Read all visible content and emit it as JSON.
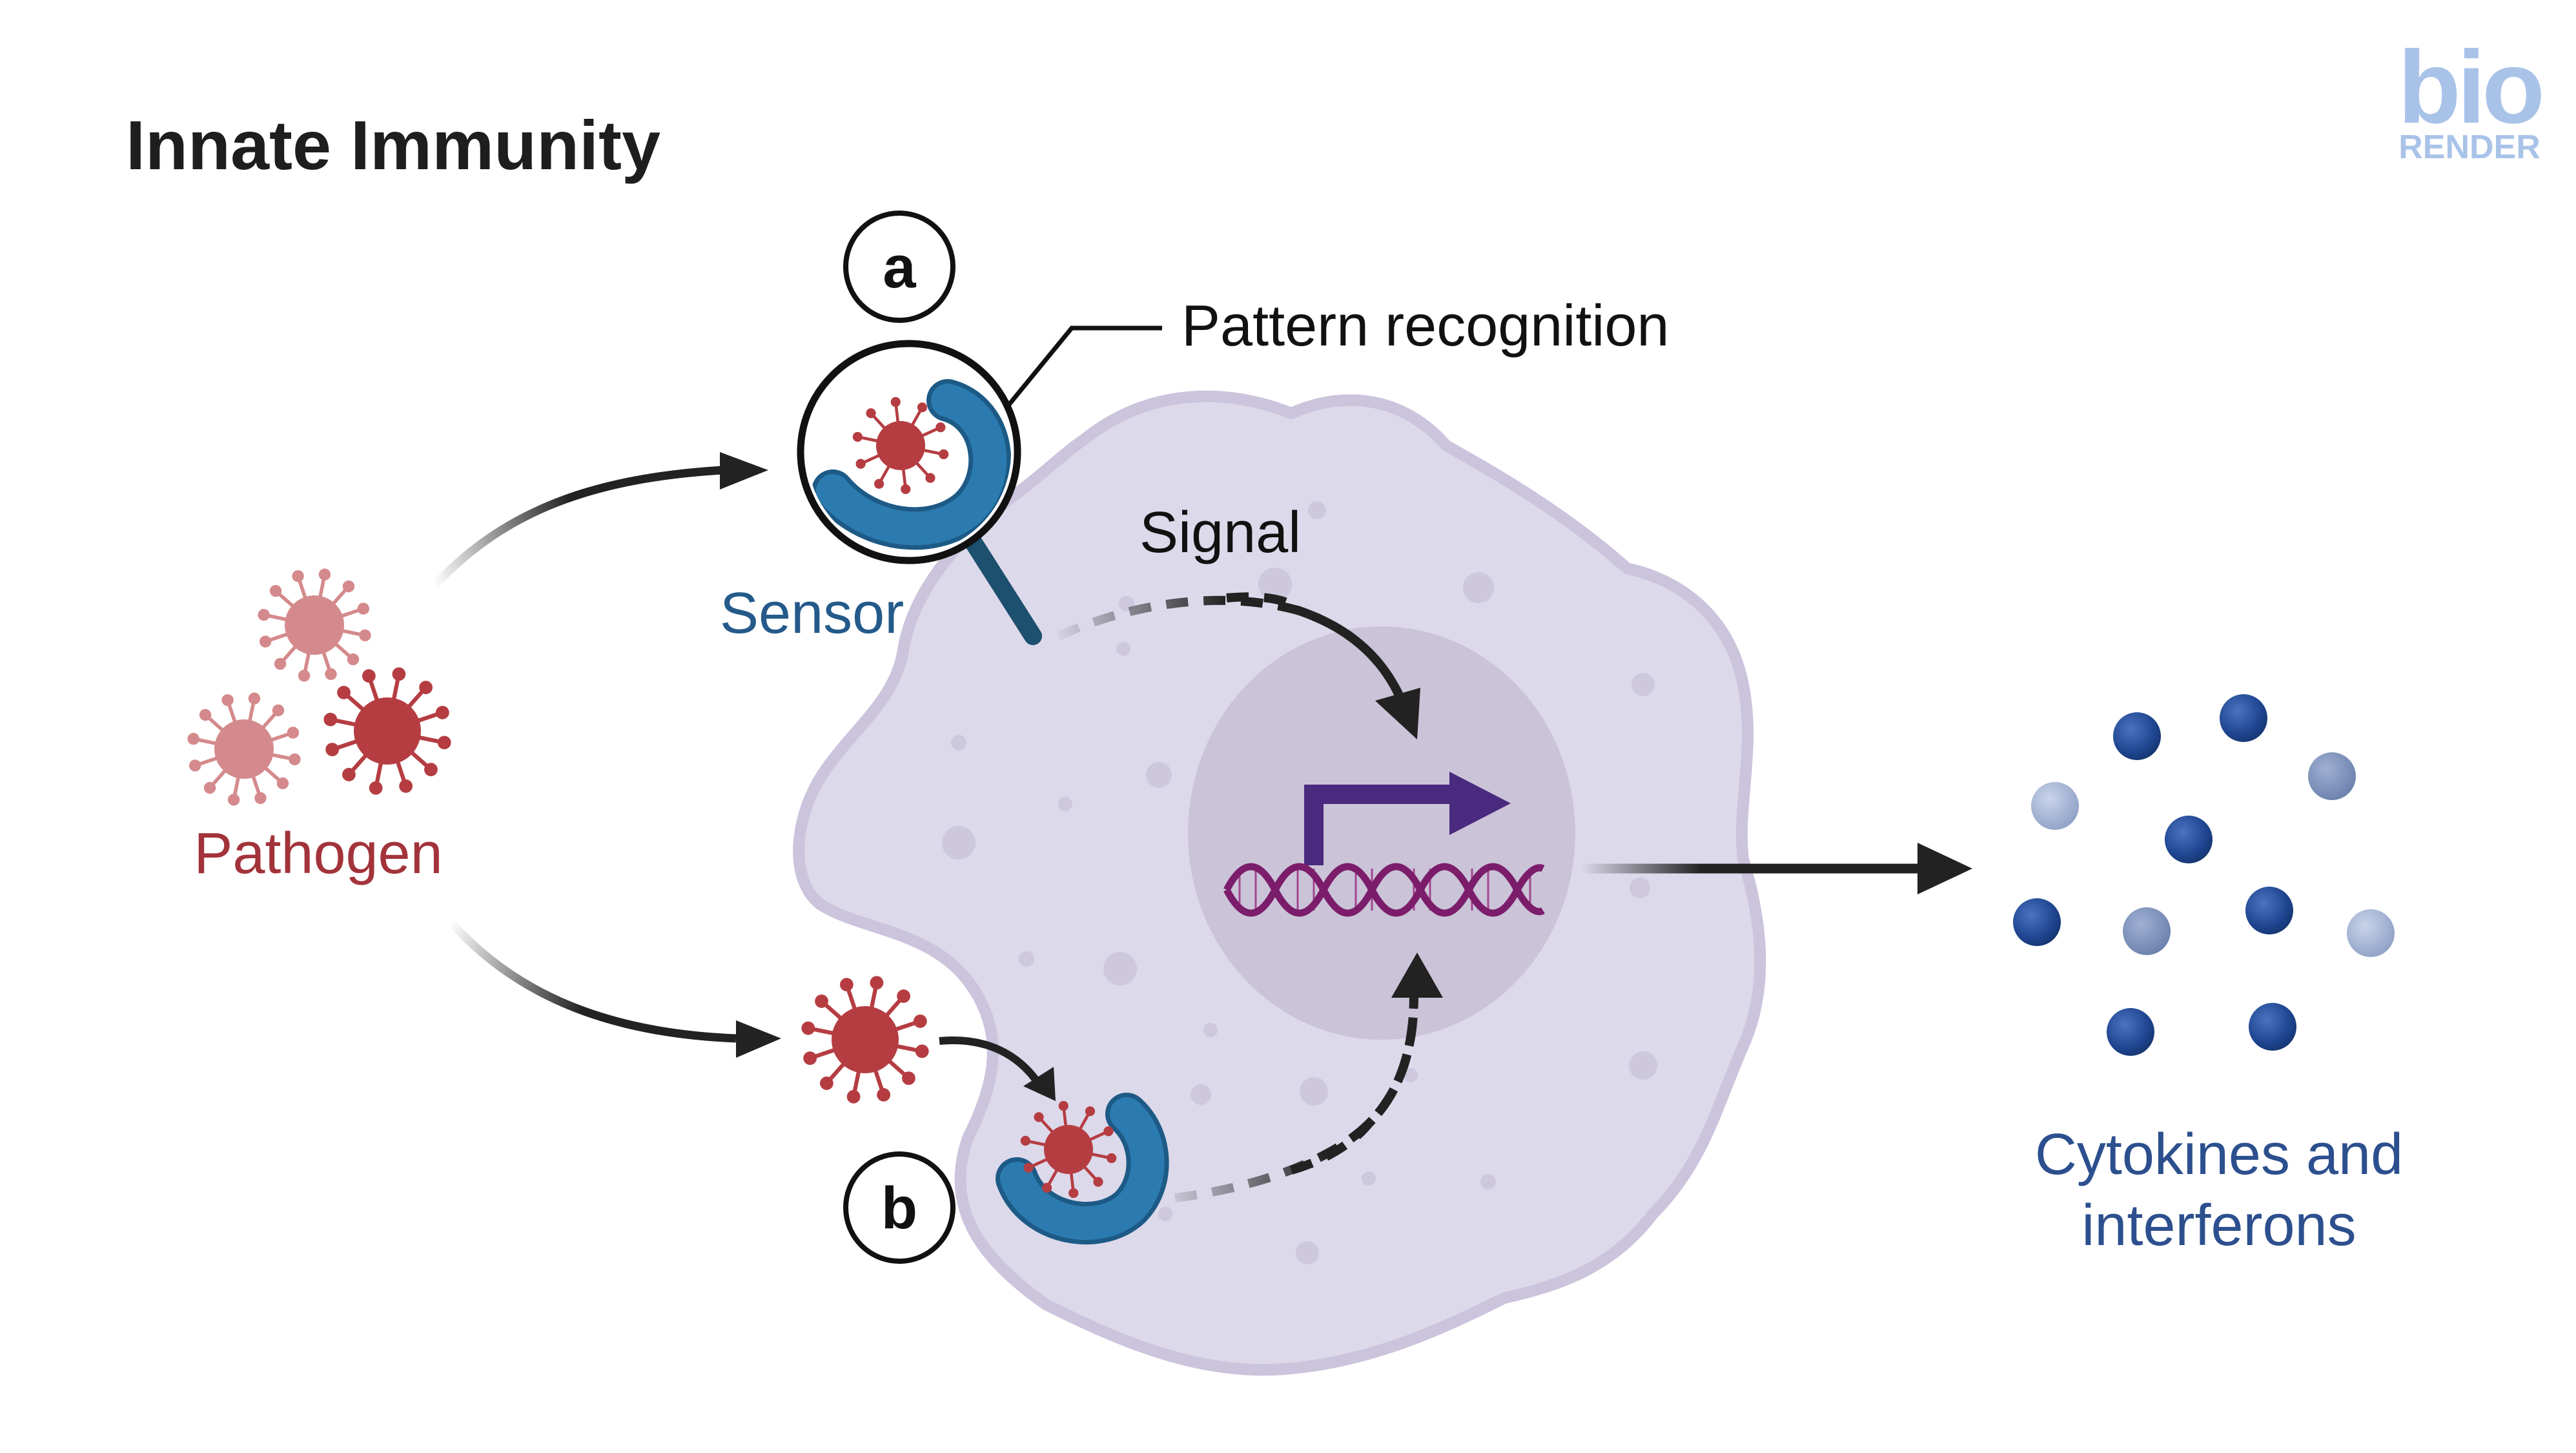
{
  "title": "Innate Immunity",
  "logo": {
    "line1": "bio",
    "line2": "RENDER"
  },
  "labels": {
    "marker_a": "a",
    "marker_b": "b",
    "pattern_recognition": "Pattern recognition",
    "signal": "Signal",
    "sensor": "Sensor",
    "pathogen": "Pathogen",
    "cytokines_line1": "Cytokines and",
    "cytokines_line2": "interferons"
  },
  "colors": {
    "title": "#1e1e1e",
    "pathogen_text": "#a3333a",
    "sensor_text": "#245a8a",
    "cytokine_text": "#2c4f8e",
    "cell_fill": "#dcd9ea",
    "cell_stroke": "#cbc4dc",
    "nucleus_fill": "#cbc3d8",
    "receptor": "#2b7bb0",
    "receptor_dark": "#1d5a86",
    "virus_dark": "#b53d42",
    "virus_light": "#d48a8c",
    "dna": "#7b1d6b",
    "promoter_arrow": "#4a2a7e",
    "logo": "#a9c3e8"
  }
}
